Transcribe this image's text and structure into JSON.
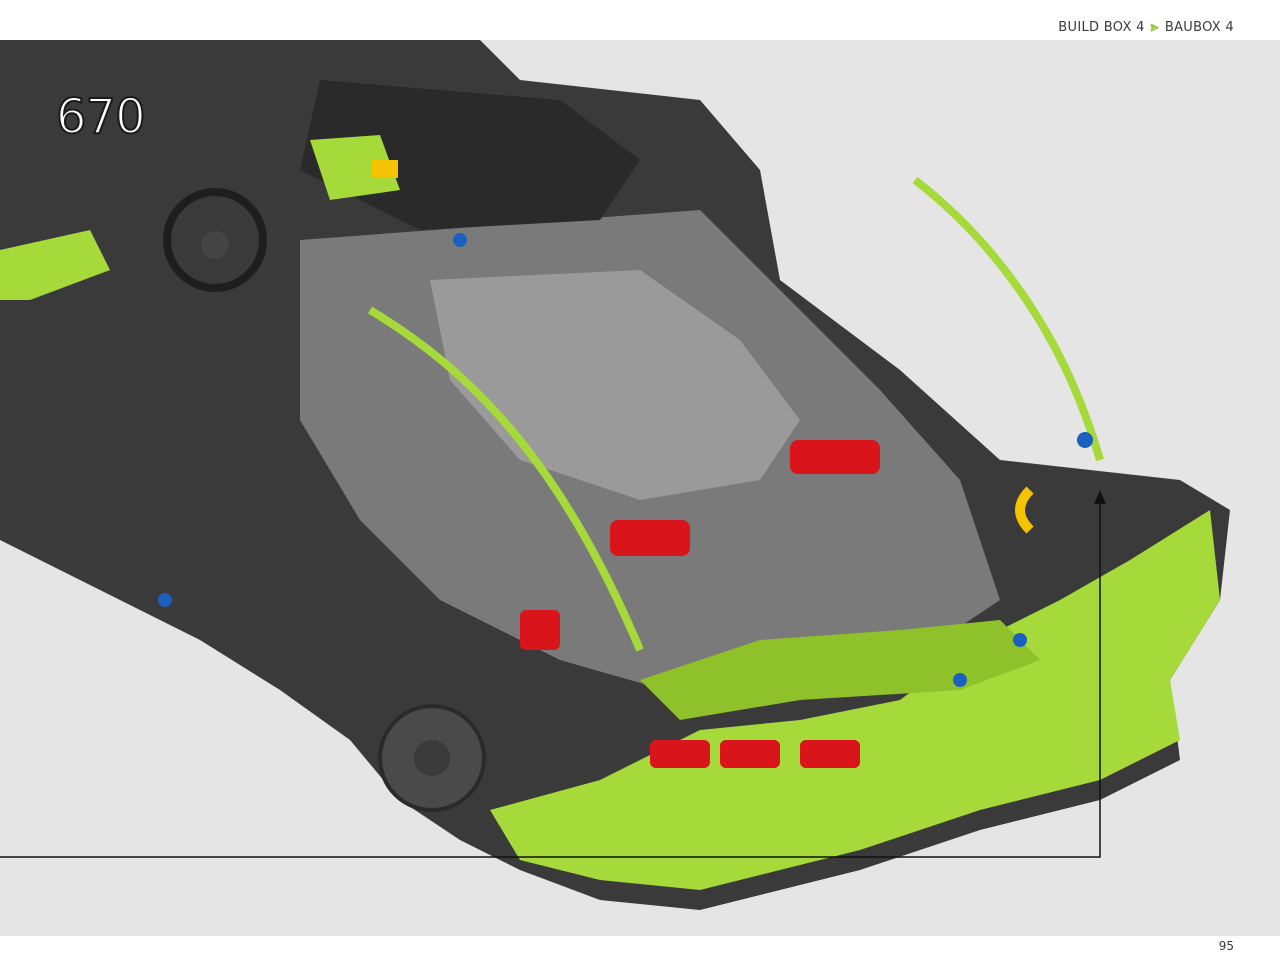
{
  "header": {
    "build_box": "BUILD BOX 4",
    "separator_icon": "lime-arrow-icon",
    "baubox": "BAUBOX 4"
  },
  "step": {
    "number": "670"
  },
  "page": {
    "number": "95"
  },
  "colors": {
    "lime": "#a6d93a",
    "dark": "#2b2b2b",
    "red": "#d9151b",
    "blue": "#1b5fc1",
    "yellow": "#f5c400",
    "background": "#e5e5e5"
  }
}
